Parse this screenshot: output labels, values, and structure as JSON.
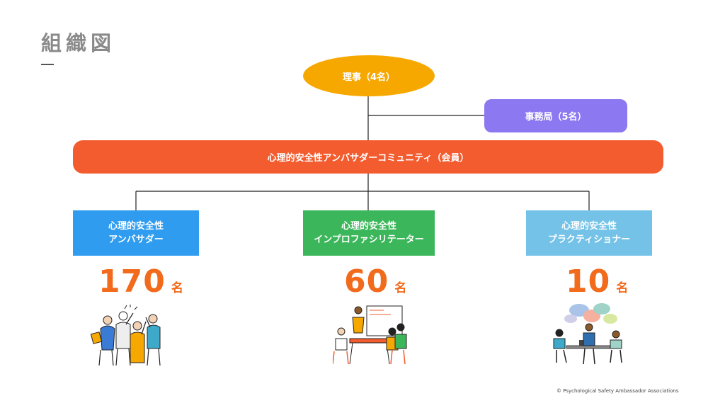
{
  "page": {
    "title": "組織図",
    "copyright": "© Psychological Safety Ambassador Associations"
  },
  "org": {
    "board": "理事（4名）",
    "secretariat": "事務局（5名）",
    "community": "心理的安全性アンバサダーコミュニティ（会員）"
  },
  "roles": [
    {
      "line1": "心理的安全性",
      "line2": "アンバサダー",
      "count": "170",
      "unit": "名",
      "color": "#2f9cf0"
    },
    {
      "line1": "心理的安全性",
      "line2": "インプロファシリテーター",
      "count": "60",
      "unit": "名",
      "color": "#3cb65a"
    },
    {
      "line1": "心理的安全性",
      "line2": "プラクティショナー",
      "count": "10",
      "unit": "名",
      "color": "#74c2e8"
    }
  ],
  "colors": {
    "board": "#f6a800",
    "secretariat": "#8c78f0",
    "community": "#f25c2f",
    "count_text": "#f26a1b",
    "title_text": "#8a8a8a"
  },
  "illustrations": [
    "group-cheering-illustration",
    "team-meeting-illustration",
    "discussion-illustration"
  ]
}
